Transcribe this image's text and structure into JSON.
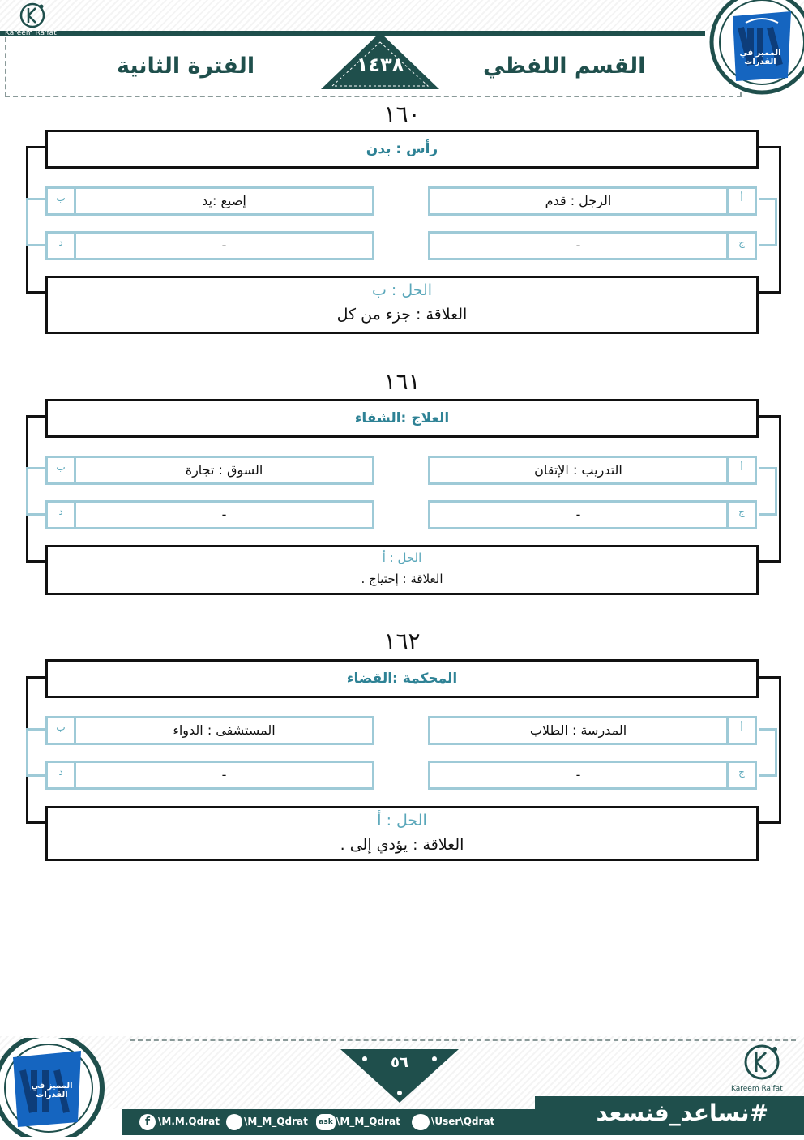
{
  "header": {
    "section_title": "القسم اللفظي",
    "period_title": "الفترة الثانية",
    "year": "١٤٣٨",
    "author_caption": "Kareem Ra'fat",
    "logo_text": "المميز في القدرات"
  },
  "questions": [
    {
      "number": "١٦٠",
      "stem": "رأس : بدن",
      "options": {
        "a_letter": "أ",
        "a_text": "الرجل : قدم",
        "b_letter": "ب",
        "b_text": "إصبع :يد",
        "c_letter": "ج",
        "c_text": "-",
        "d_letter": "د",
        "d_text": "-"
      },
      "solution": "الحل : ب",
      "relation": "العلاقة : جزء من كل"
    },
    {
      "number": "١٦١",
      "stem": "العلاج :الشفاء",
      "options": {
        "a_letter": "أ",
        "a_text": "التدريب : الإتقان",
        "b_letter": "ب",
        "b_text": "السوق : تجارة",
        "c_letter": "ج",
        "c_text": "-",
        "d_letter": "د",
        "d_text": "-"
      },
      "solution": "الحل : أ",
      "relation": "العلاقة : إحتياج ."
    },
    {
      "number": "١٦٢",
      "stem": "المحكمة :القضاء",
      "options": {
        "a_letter": "أ",
        "a_text": "المدرسة : الطلاب",
        "b_letter": "ب",
        "b_text": "المستشفى : الدواء",
        "c_letter": "ج",
        "c_text": "-",
        "d_letter": "د",
        "d_text": "-"
      },
      "solution": "الحل : أ",
      "relation": "العلاقة : يؤدي إلى ."
    }
  ],
  "footer": {
    "page_number": "٥٦",
    "facebook": "\\M.M.Qdrat",
    "twitter": "\\M_M_Qdrat",
    "ask": "\\M_M_Qdrat",
    "youtube": "\\User\\Qdrat",
    "hashtag": "#نساعد_فنسعد",
    "author_caption": "Kareem Ra'fat",
    "logo_text": "المميز في القدرات"
  },
  "colors": {
    "brand_dark": "#1f4f4c",
    "option_border": "#9ecad7",
    "stem_text": "#2e8295",
    "solution_text": "#5aa7ba"
  }
}
